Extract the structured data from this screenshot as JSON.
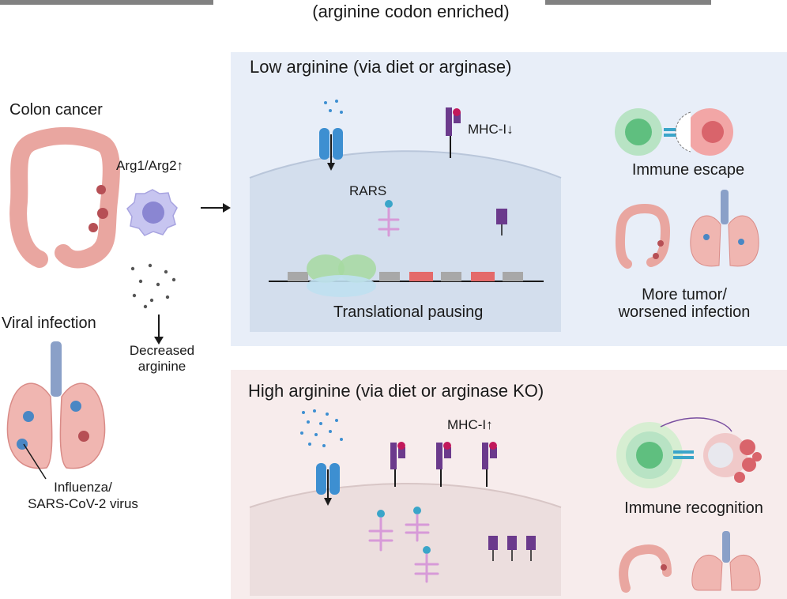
{
  "header": {
    "top_line_partial": "",
    "subtitle": "(arginine codon enriched)"
  },
  "left": {
    "colon_cancer_label": "Colon cancer",
    "arg_label": "Arg1/Arg2",
    "arg_arrow": "↑",
    "decreased_label_1": "Decreased",
    "decreased_label_2": "arginine",
    "viral_infection_label": "Viral infection",
    "virus_label_1": "Influenza/",
    "virus_label_2": "SARS-CoV-2 virus"
  },
  "low_panel": {
    "title": "Low arginine (via diet or arginase)",
    "rars_label": "RARS",
    "mhc_label": "MHC-I",
    "mhc_arrow": "↓",
    "pausing_label": "Translational pausing",
    "outcome_1": "Immune escape",
    "outcome_2_line1": "More tumor/",
    "outcome_2_line2": "worsened infection"
  },
  "high_panel": {
    "title": "High arginine (via diet or arginase KO)",
    "mhc_label": "MHC-I",
    "mhc_arrow": "↑",
    "outcome_1": "Immune recognition"
  },
  "colors": {
    "low_panel_bg": "#e8eef8",
    "high_panel_bg": "#f7ecec",
    "mhc_purple": "#6b3a8c",
    "transporter_blue": "#3d8fd1",
    "tcell_green": "#5fbf7f",
    "tumor_red": "#d9646b",
    "organ_pink": "#e9a6a0",
    "codon_red": "#e46a6a",
    "codon_grey": "#a8a8a8"
  }
}
